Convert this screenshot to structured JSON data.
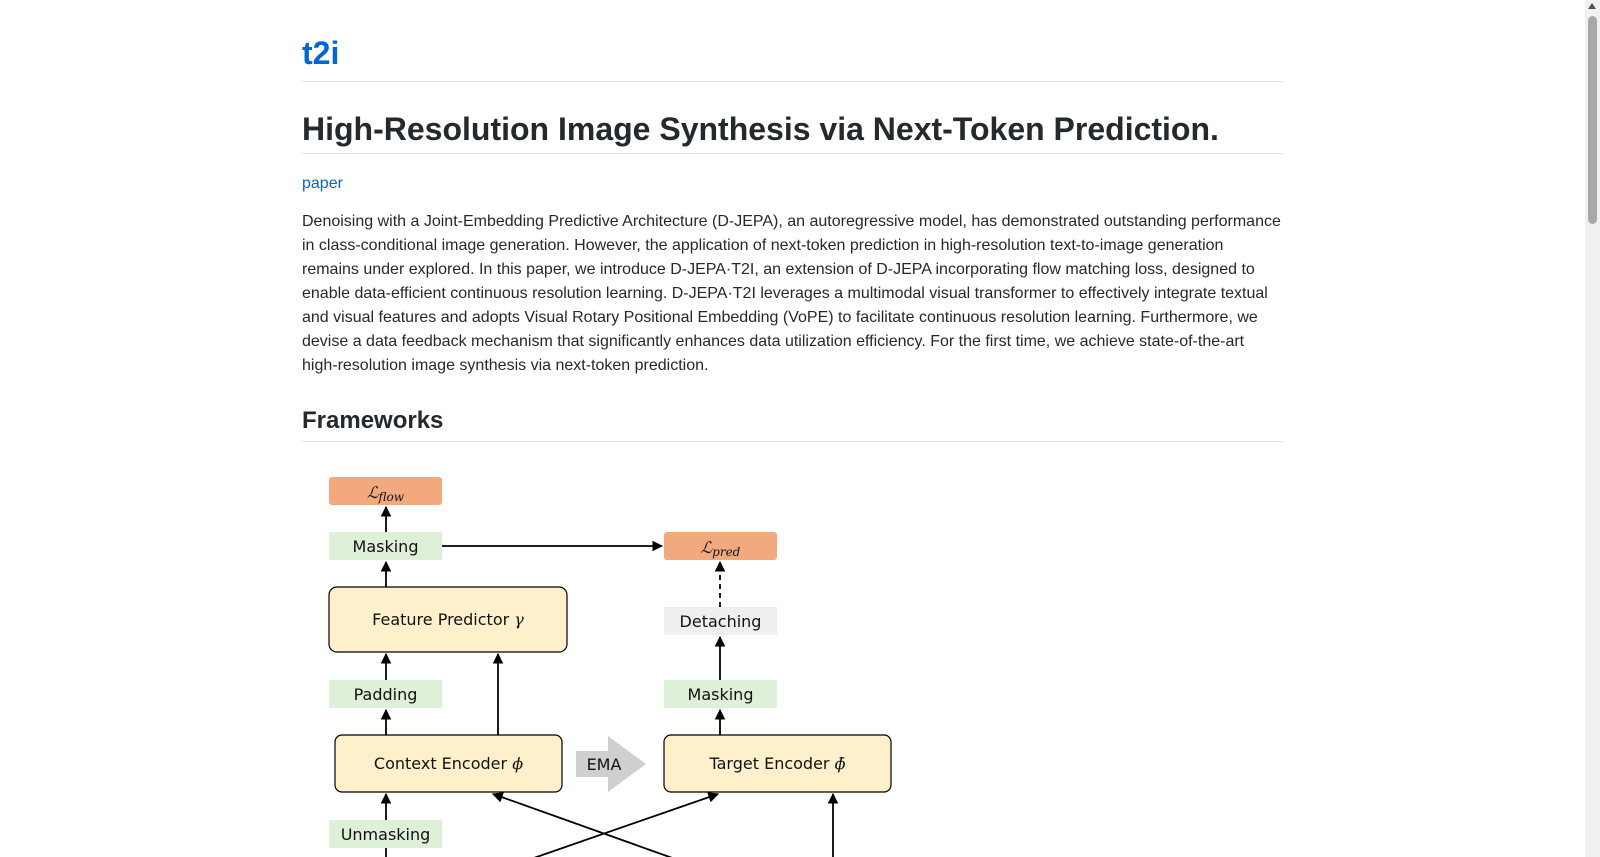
{
  "site": {
    "title": "t2i"
  },
  "article": {
    "title": "High-Resolution Image Synthesis via Next-Token Prediction.",
    "paper_link": "paper",
    "abstract": "Denoising with a Joint-Embedding Predictive Architecture (D-JEPA), an autoregressive model, has demonstrated outstanding performance in class-conditional image generation. However, the application of next-token prediction in high-resolution text-to-image generation remains under explored. In this paper, we introduce D-JEPA·T2I, an extension of D-JEPA incorporating flow matching loss, designed to enable data-efficient continuous resolution learning. D-JEPA·T2I leverages a multimodal visual transformer to effectively integrate textual and visual features and adopts Visual Rotary Positional Embedding (VoPE) to facilitate continuous resolution learning. Furthermore, we devise a data feedback mechanism that significantly enhances data utilization efficiency. For the first time, we achieve state-of-the-art high-resolution image synthesis via next-token prediction.",
    "section_heading": "Frameworks"
  },
  "diagram": {
    "loss_flow": "ℒ",
    "loss_flow_sub": "flow",
    "loss_pred": "ℒ",
    "loss_pred_sub": "pred",
    "masking_left": "Masking",
    "masking_right": "Masking",
    "feature_predictor": "Feature Predictor",
    "feature_predictor_symbol": "γ",
    "detaching": "Detaching",
    "padding": "Padding",
    "context_encoder": "Context Encoder",
    "context_encoder_symbol": "ϕ",
    "ema": "EMA",
    "target_encoder": "Target Encoder",
    "target_encoder_symbol": "ϕ̄",
    "unmasking": "Unmasking"
  },
  "colors": {
    "link": "#0366d6",
    "loss_box": "#f2a97e",
    "green_box": "#dff0d8",
    "yellow_box": "#fff0cc",
    "gray_box": "#efefef",
    "ema_arrow": "#cfcfcf"
  }
}
